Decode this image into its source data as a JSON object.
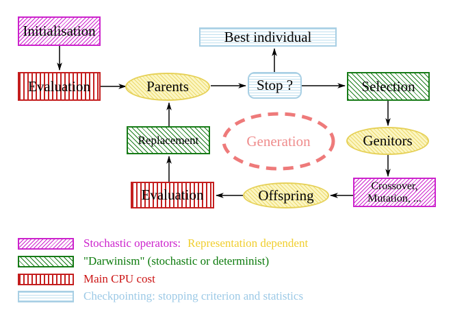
{
  "diagram": {
    "nodes": {
      "initialisation": "Initialisation",
      "evaluation_top": "Evaluation",
      "parents": "Parents",
      "best_individual": "Best individual",
      "stop": "Stop ?",
      "selection": "Selection",
      "genitors": "Genitors",
      "crossover_line1": "Crossover,",
      "crossover_line2": "Mutation, ...",
      "offspring": "Offspring",
      "evaluation_bottom": "Evaluation",
      "replacement": "Replacement",
      "generation": "Generation"
    }
  },
  "legend": {
    "stochastic_label": "Stochastic operators:",
    "stochastic_extra": "Representation dependent",
    "darwinism_label": "\"Darwinism\" (stochastic or determinist)",
    "cpu_label": "Main CPU cost",
    "checkpoint_label": "Checkpointing: stopping criterion and statistics"
  },
  "palette": {
    "magenta": "#cc22cc",
    "green": "#167a16",
    "green-text": "#0b7a0b",
    "red": "#c41e1e",
    "red-text": "#cc1414",
    "cyan-border": "#a8cfe4",
    "cyan-stripe": "#bfdfee",
    "cyan-text": "#9cc9e6",
    "yellow-border": "#e6d158",
    "yellow-bg": "#fbf6c3",
    "yellow-stripe": "#edd96e",
    "gold-text": "#f0ce2e",
    "coral": "#ee7a7a",
    "coral-text": "#ef8c8c",
    "arrow": "#000000"
  }
}
